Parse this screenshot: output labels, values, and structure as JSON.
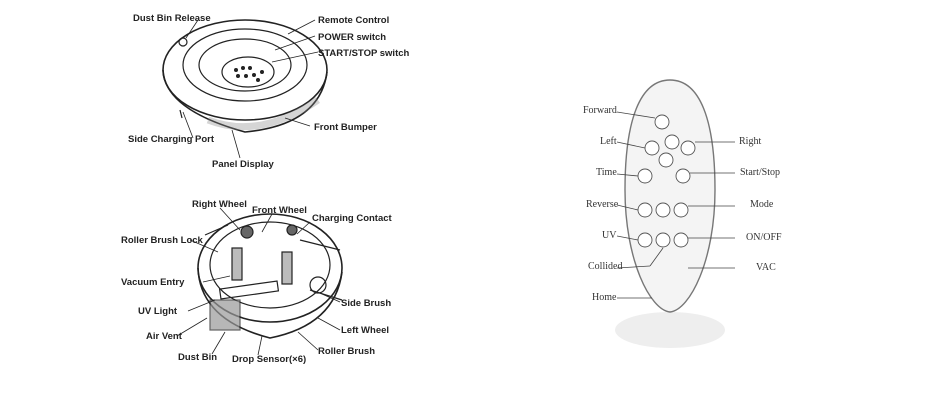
{
  "top_robot": {
    "labels": {
      "dust_bin_release": "Dust Bin Release",
      "remote_control": "Remote Control",
      "power_switch": "POWER switch",
      "start_stop_switch": "START/STOP switch",
      "side_charging_port": "Side Charging Port",
      "front_bumper": "Front Bumper",
      "panel_display": "Panel Display"
    }
  },
  "bottom_robot": {
    "labels": {
      "right_wheel": "Right Wheel",
      "front_wheel": "Front Wheel",
      "charging_contact": "Charging Contact",
      "roller_brush_lock": "Roller Brush Lock",
      "vacuum_entry": "Vacuum Entry",
      "uv_light": "UV Light",
      "air_vent": "Air Vent",
      "side_brush": "Side Brush",
      "left_wheel": "Left Wheel",
      "roller_brush": "Roller Brush",
      "dust_bin": "Dust Bin",
      "drop_sensor": "Drop Sensor(×6)"
    }
  },
  "remote": {
    "labels": {
      "forward": "Forward",
      "left": "Left",
      "right": "Right",
      "time": "Time",
      "start_stop": "Start/Stop",
      "reverse": "Reverse",
      "mode": "Mode",
      "uv": "UV",
      "on_off": "ON/OFF",
      "collided": "Collided",
      "vac": "VAC",
      "home": "Home"
    }
  }
}
